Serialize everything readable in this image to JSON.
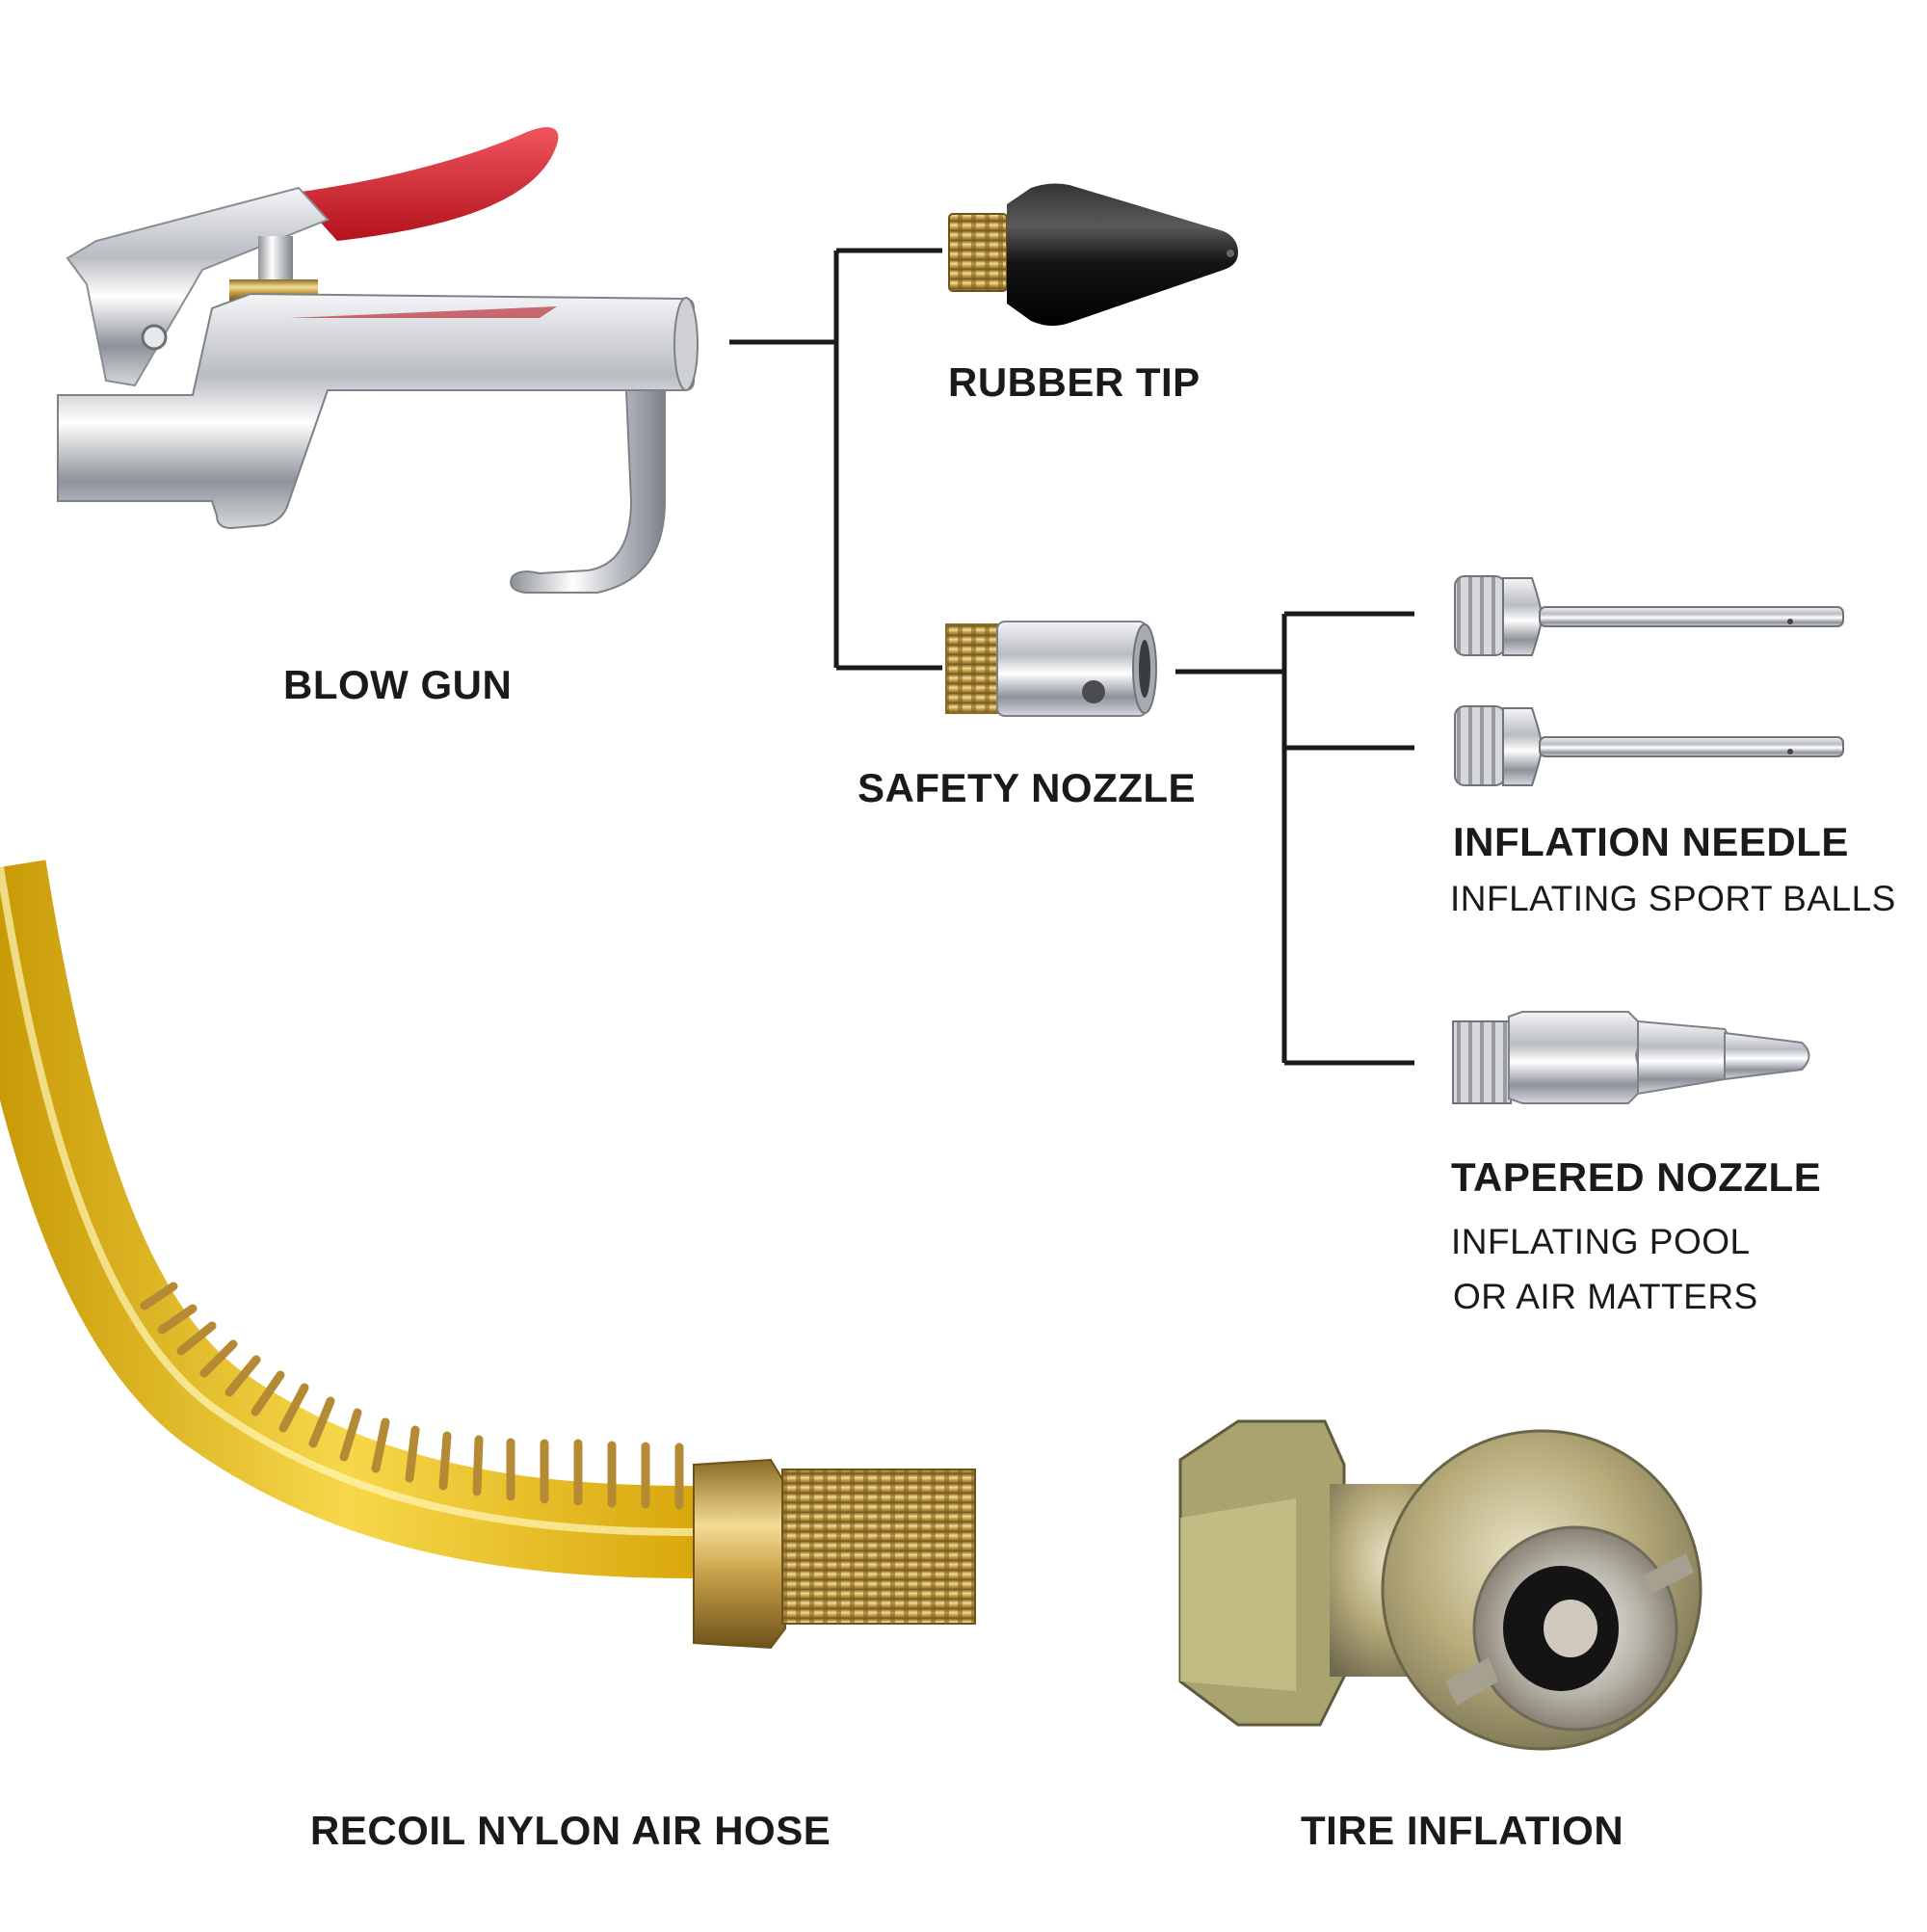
{
  "diagram": {
    "items": {
      "blow_gun": {
        "title": "BLOW GUN"
      },
      "rubber_tip": {
        "title": "RUBBER TIP"
      },
      "safety_nozzle": {
        "title": "SAFETY NOZZLE"
      },
      "inflation_needle": {
        "title": "INFLATION NEEDLE",
        "subtitle": "INFLATING SPORT BALLS"
      },
      "tapered_nozzle": {
        "title": "TAPERED NOZZLE",
        "subtitle_line1": "INFLATING POOL",
        "subtitle_line2": "OR AIR MATTERS"
      },
      "air_hose": {
        "title": "RECOIL NYLON AIR HOSE"
      },
      "tire_inflation": {
        "title": "TIRE INFLATION"
      }
    },
    "colors": {
      "connector": "#1a1a1a",
      "chrome": "#c9ccd1",
      "trigger_red": "#d8232f",
      "brass": "#c9a24a",
      "hose_yellow": "#f2c21a",
      "rubber_black": "#151515"
    }
  }
}
